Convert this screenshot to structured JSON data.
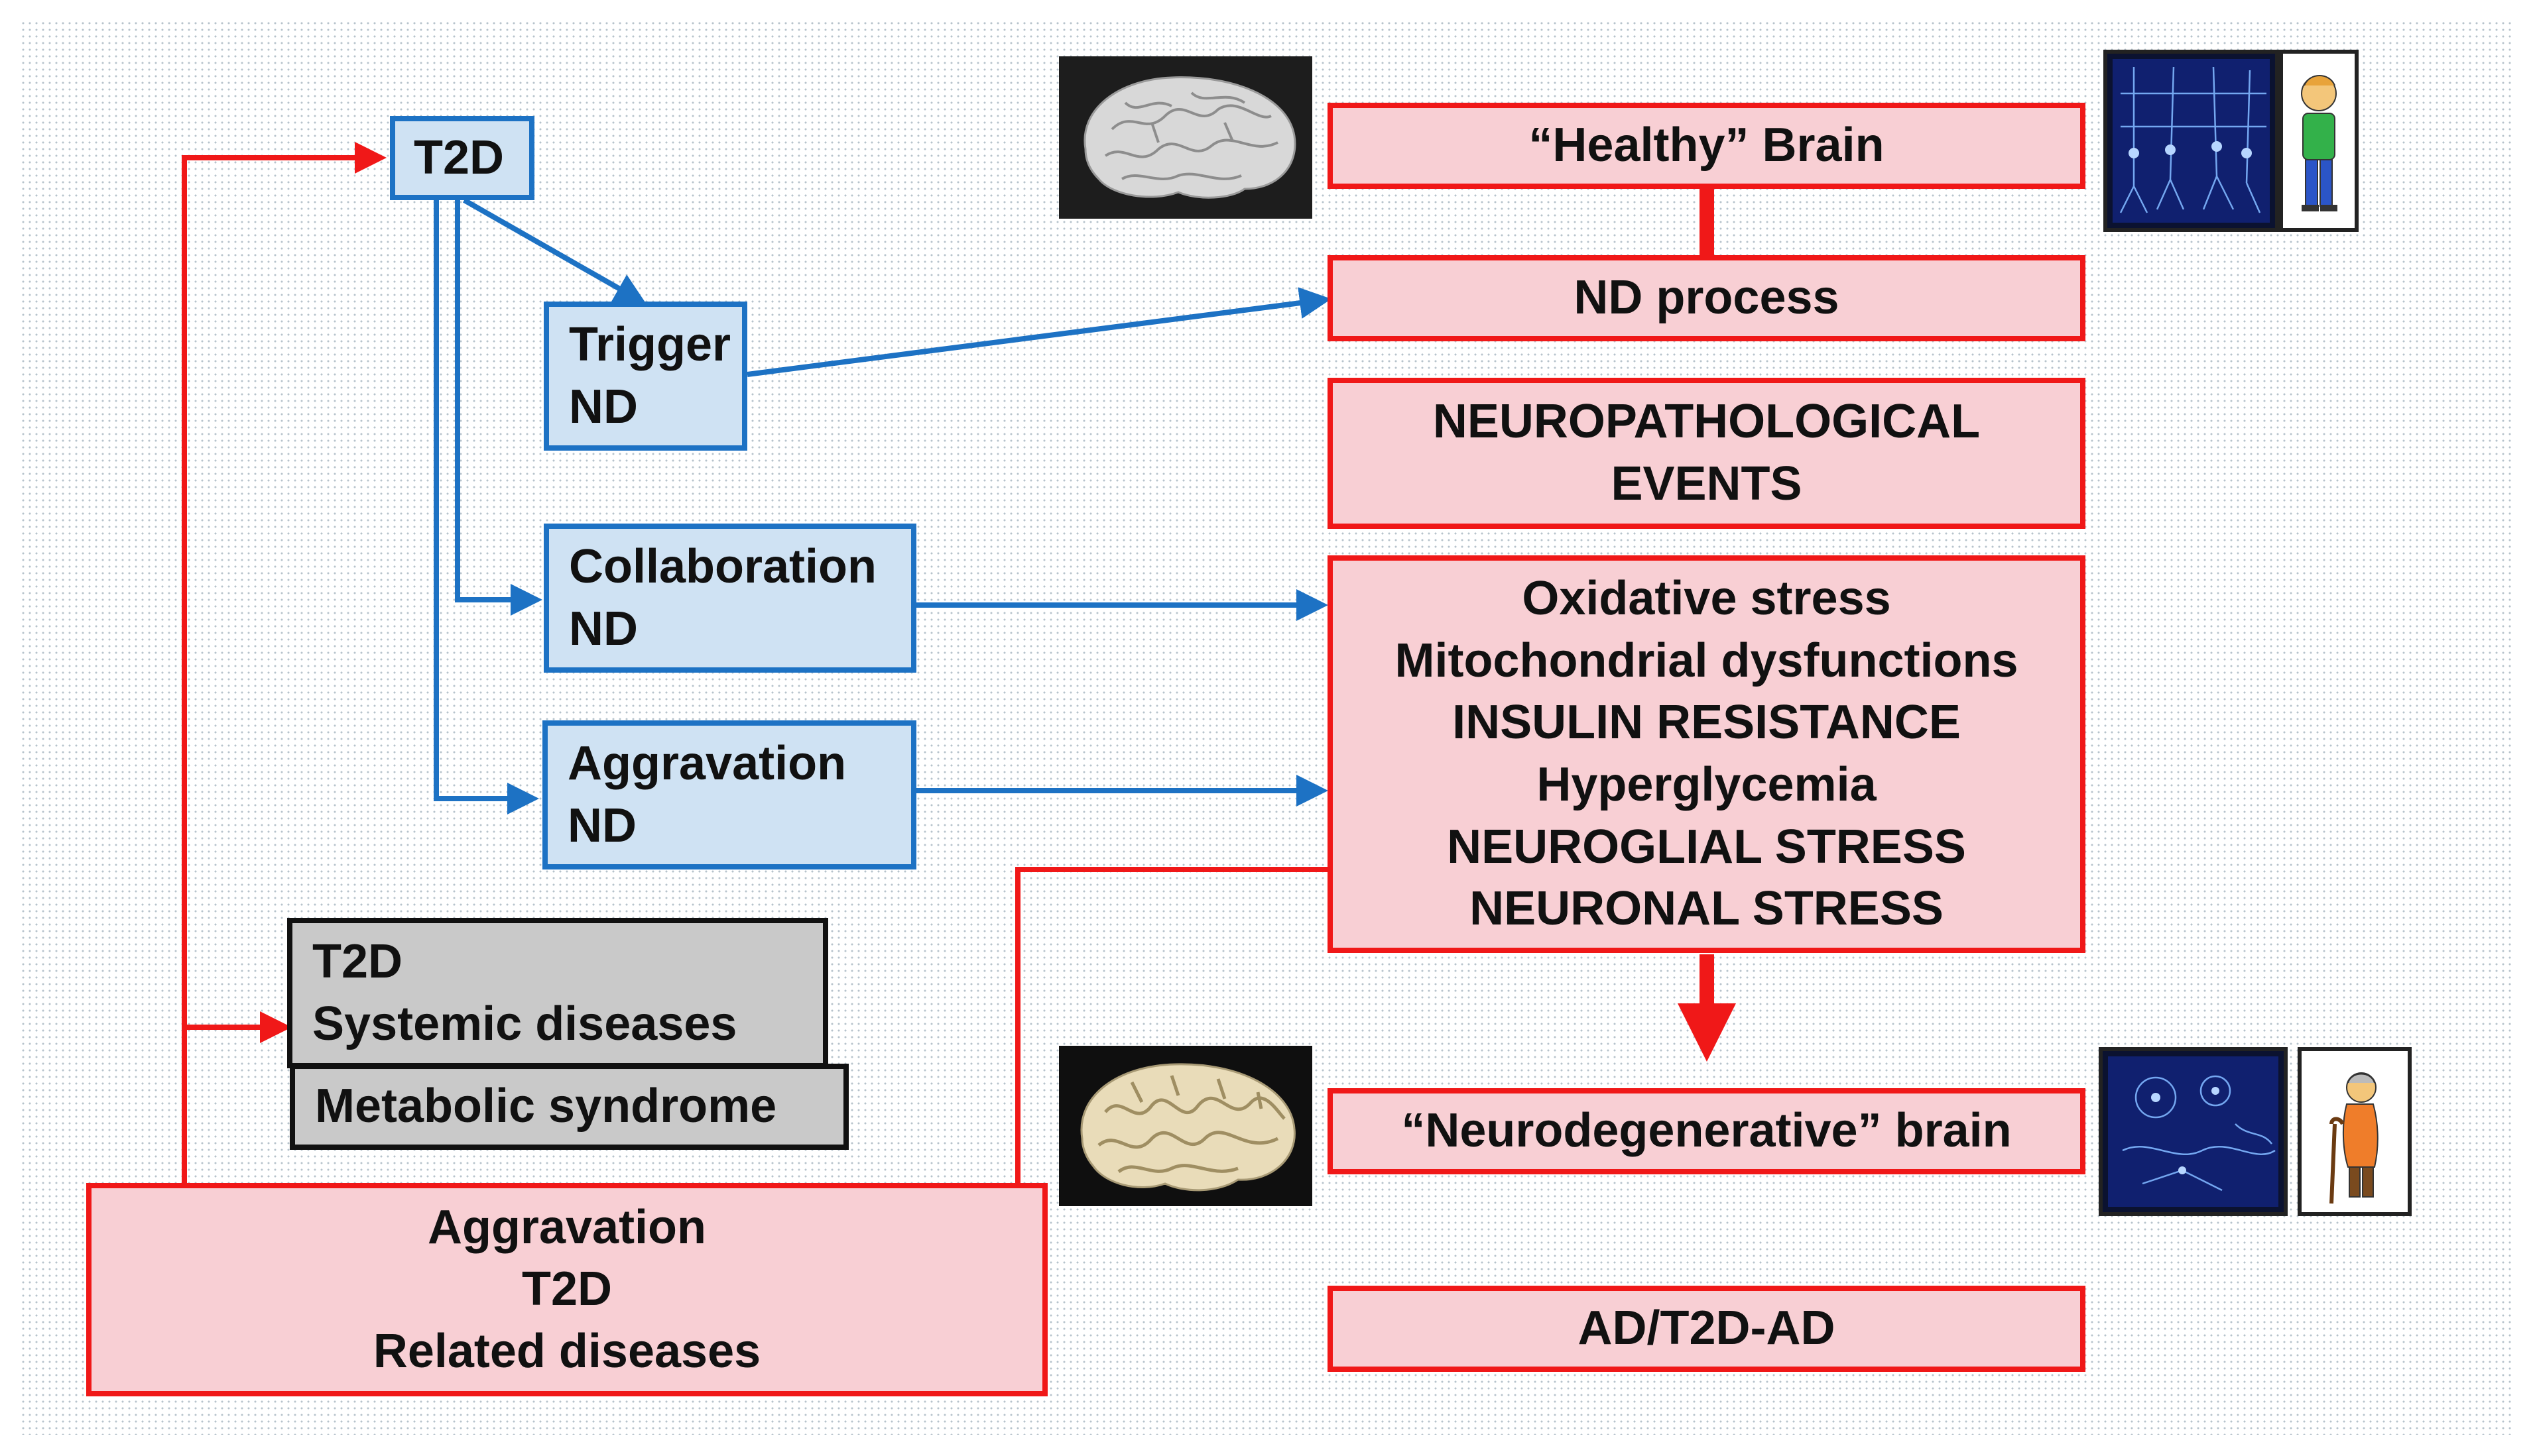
{
  "left_column": {
    "t2d": "T2D",
    "trigger": [
      "Trigger",
      "ND"
    ],
    "collaboration": [
      "Collaboration",
      "ND"
    ],
    "aggravation": [
      "Aggravation",
      "ND"
    ],
    "systemic": [
      "T2D",
      "Systemic diseases"
    ],
    "metabolic": "Metabolic syndrome",
    "aggravation_t2d": [
      "Aggravation",
      "T2D",
      "Related diseases"
    ]
  },
  "right_column": {
    "healthy_brain": "“Healthy” Brain",
    "nd_process": "ND process",
    "neuropathological": [
      "NEUROPATHOLOGICAL",
      "EVENTS"
    ],
    "mechanisms": [
      "Oxidative stress",
      "Mitochondrial dysfunctions",
      "INSULIN RESISTANCE",
      "Hyperglycemia",
      "NEUROGLIAL STRESS",
      "NEURONAL STRESS"
    ],
    "neurodegenerative_brain": "“Neurodegenerative” brain",
    "ad": "AD/T2D-AD"
  },
  "icons": [
    "healthy-brain-photo-icon",
    "healthy-neurons-panel-icon",
    "young-person-icon",
    "degenerated-brain-photo-icon",
    "damaged-neurons-panel-icon",
    "elderly-person-icon"
  ],
  "colors": {
    "blue_border": "#1d72c4",
    "blue_fill": "#cfe2f3",
    "red_border": "#f01818",
    "pink_fill": "#f8cfd4",
    "gray_fill": "#c9c9c9"
  }
}
